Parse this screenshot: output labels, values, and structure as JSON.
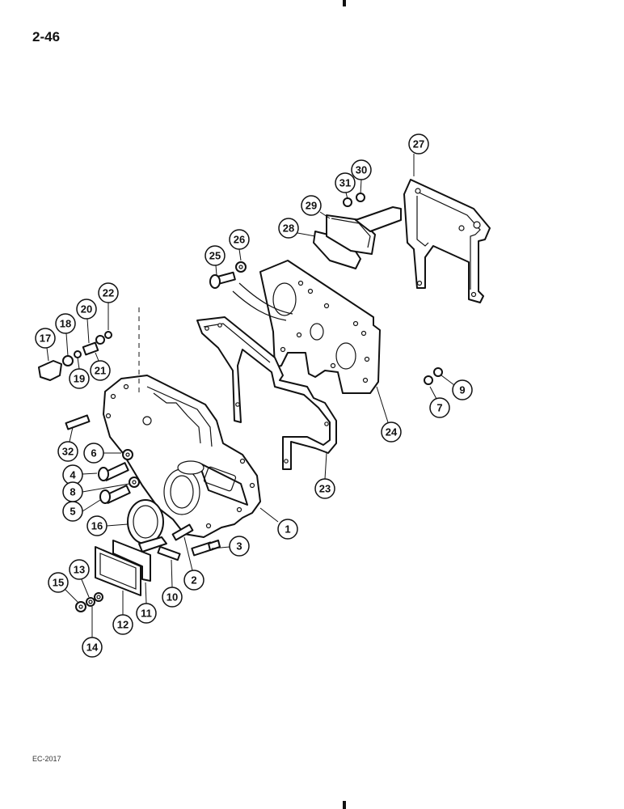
{
  "page_number": "2-46",
  "figure_code": "EC-2017",
  "callouts": [
    "1",
    "2",
    "3",
    "4",
    "5",
    "6",
    "7",
    "8",
    "9",
    "10",
    "11",
    "12",
    "13",
    "14",
    "15",
    "16",
    "17",
    "18",
    "19",
    "20",
    "21",
    "22",
    "23",
    "24",
    "25",
    "26",
    "27",
    "28",
    "29",
    "30",
    "31",
    "32"
  ]
}
